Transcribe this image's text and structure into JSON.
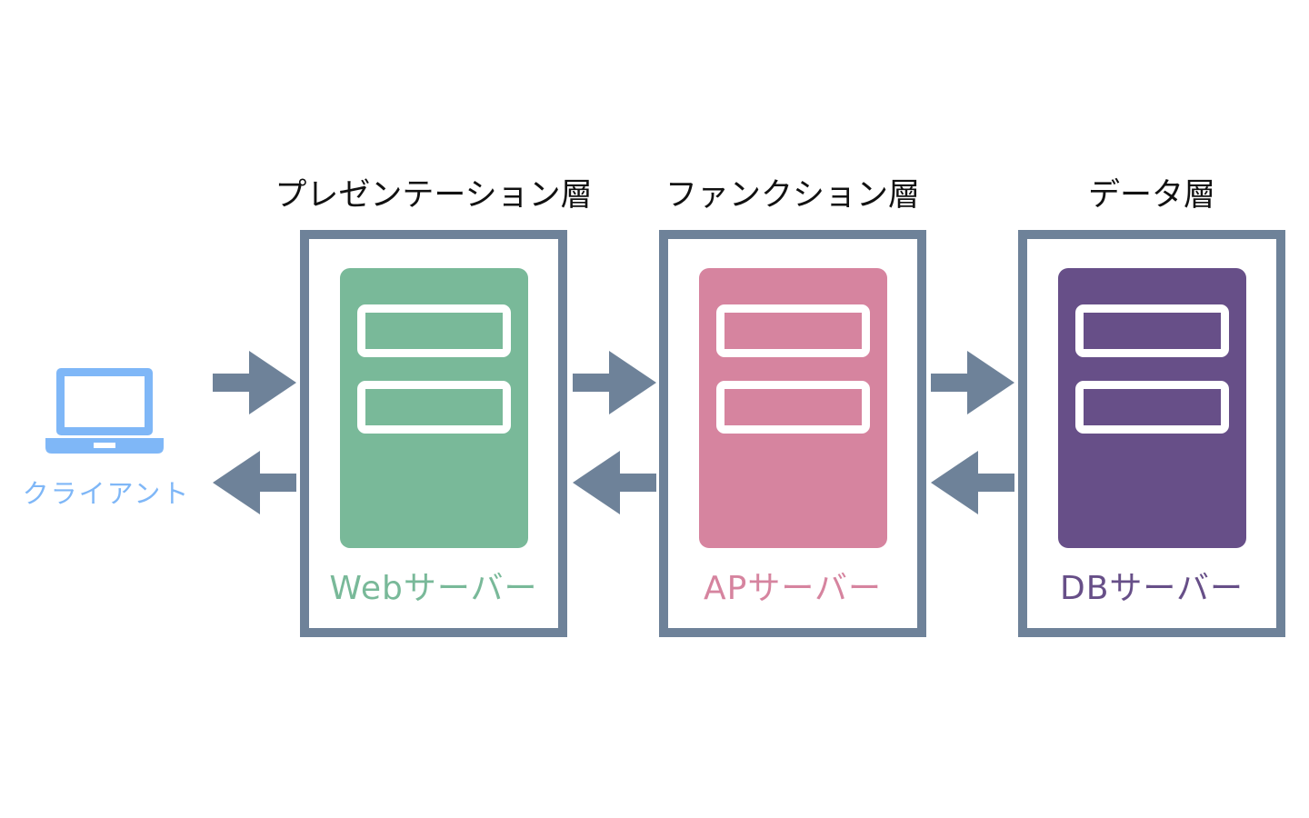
{
  "colors": {
    "frame": "#6e8299",
    "arrow": "#6e8299",
    "client": "#7fb7f7",
    "web": "#79b999",
    "ap": "#d6849f",
    "db": "#674f88",
    "title_text": "#111111"
  },
  "client": {
    "label": "クライアント",
    "icon": "laptop-icon"
  },
  "layers": [
    {
      "title": "プレゼンテーション層",
      "server_label": "Webサーバー",
      "icon": "server-icon"
    },
    {
      "title": "ファンクション層",
      "server_label": "APサーバー",
      "icon": "server-icon"
    },
    {
      "title": "データ層",
      "server_label": "DBサーバー",
      "icon": "server-icon"
    }
  ],
  "arrows": [
    {
      "from": "client",
      "to": "presentation",
      "icon": "arrow-right-icon"
    },
    {
      "from": "presentation",
      "to": "client",
      "icon": "arrow-left-icon"
    },
    {
      "from": "presentation",
      "to": "function",
      "icon": "arrow-right-icon"
    },
    {
      "from": "function",
      "to": "presentation",
      "icon": "arrow-left-icon"
    },
    {
      "from": "function",
      "to": "data",
      "icon": "arrow-right-icon"
    },
    {
      "from": "data",
      "to": "function",
      "icon": "arrow-left-icon"
    }
  ]
}
